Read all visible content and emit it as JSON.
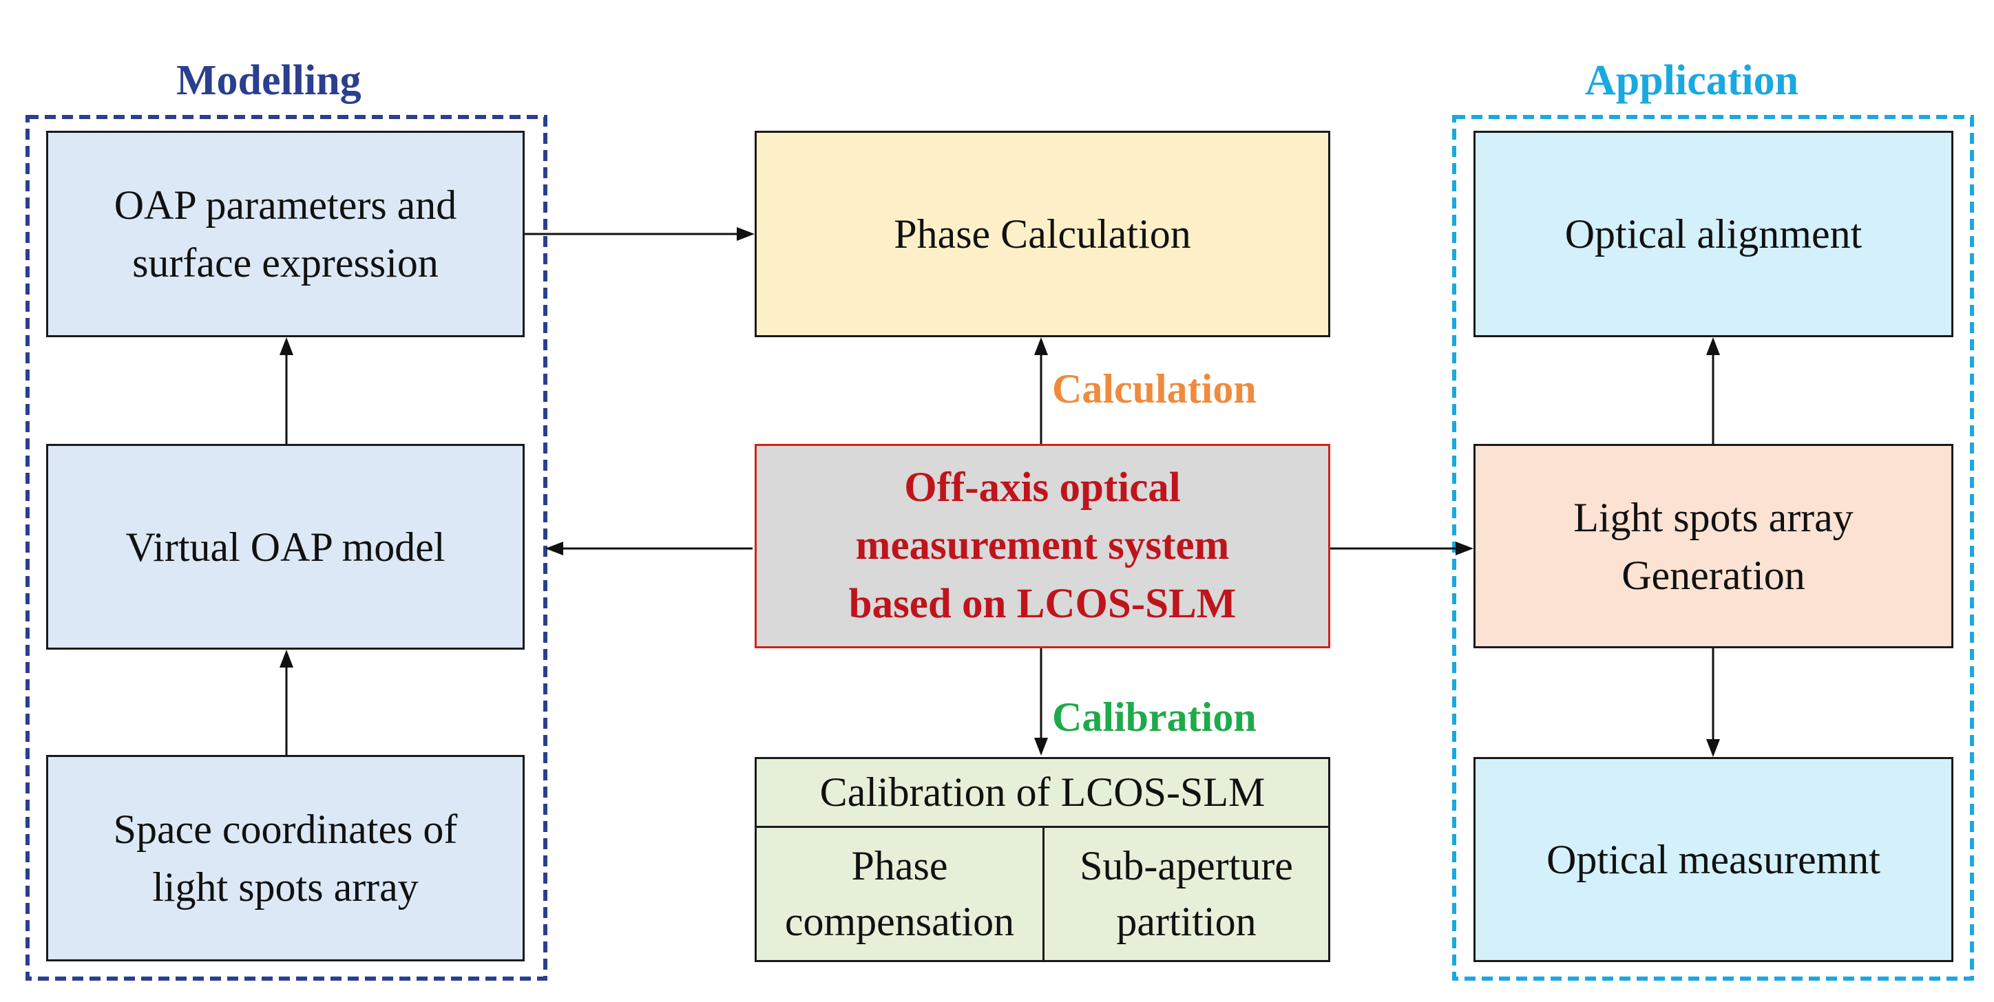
{
  "colors": {
    "modelling_group": "#2a3f8f",
    "application_group": "#1aa8e0",
    "modelling_box_fill": "#dce8f5",
    "phase_box_fill": "#fdf0c8",
    "center_box_fill": "#d9d9d9",
    "center_box_border": "#d0231b",
    "center_text": "#c0141c",
    "application_box_fill": "#d3f0fb",
    "generation_box_fill": "#fbe2d2",
    "calibration_box_fill": "#e6f0d8",
    "calculation_label": "#f08a3c",
    "calibration_label": "#1faa4a",
    "arrow": "#111111"
  },
  "groups": {
    "modelling": {
      "title": "Modelling"
    },
    "application": {
      "title": "Application"
    }
  },
  "boxes": {
    "oap_parameters": {
      "lines": [
        "OAP parameters and",
        "surface expression"
      ]
    },
    "virtual_oap_model": {
      "lines": [
        "Virtual OAP model"
      ]
    },
    "space_coordinates": {
      "lines": [
        "Space coordinates of",
        "light spots array"
      ]
    },
    "phase_calculation": {
      "lines": [
        "Phase Calculation"
      ]
    },
    "central_system": {
      "lines": [
        "Off-axis optical",
        "measurement system",
        "based on LCOS-SLM"
      ]
    },
    "optical_alignment": {
      "lines": [
        "Optical alignment"
      ]
    },
    "light_spots_generation": {
      "lines": [
        "Light spots array",
        "Generation"
      ]
    },
    "optical_measurement": {
      "lines": [
        "Optical measuremnt"
      ]
    }
  },
  "calibration_table": {
    "header": "Calibration of LCOS-SLM",
    "left_cell": [
      "Phase",
      "compensation"
    ],
    "right_cell": [
      "Sub-aperture",
      "partition"
    ]
  },
  "edge_labels": {
    "calculation": "Calculation",
    "calibration": "Calibration"
  }
}
